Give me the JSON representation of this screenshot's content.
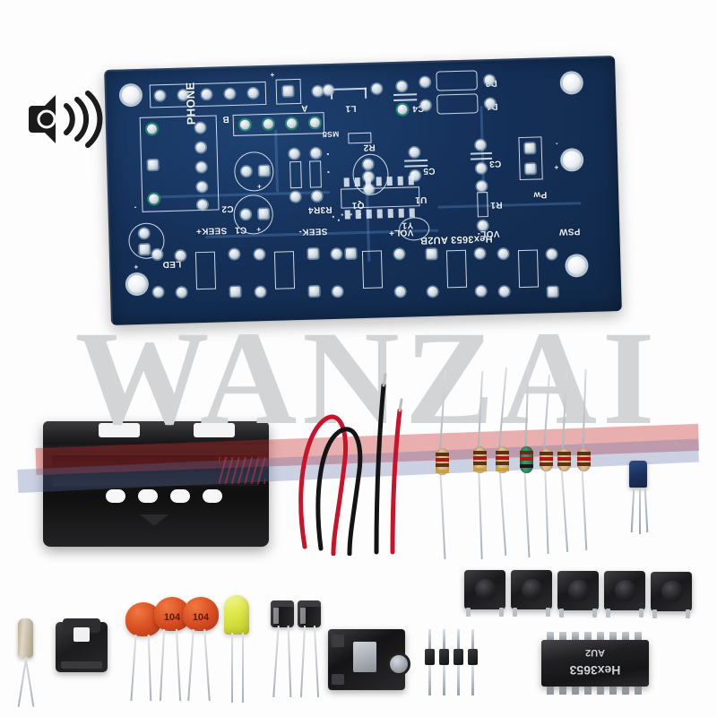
{
  "image": {
    "subject": "FM radio DIY electronics kit product photo",
    "background_color": "#fdfdfd",
    "watermark_text": "WANZAI",
    "watermark_color": "#d2d4d6"
  },
  "logo": {
    "name": "broadcast-signal-icon",
    "color": "#1b1b1b"
  },
  "ribbons": [
    {
      "name": "red-ribbon",
      "color": "#c82d2d"
    },
    {
      "name": "blue-ribbon",
      "color": "#5a6eaa"
    }
  ],
  "pcb": {
    "name": "fm-radio-pcb",
    "solder_mask_color": "#153059",
    "silkscreen_color": "#eef4fa",
    "pad_color": "#cfd8e0",
    "main_ic_marking": "Hex3653 AU2B",
    "silkscreen": {
      "phone": "PHONE",
      "led": "LED",
      "power": "Pw",
      "psw": "PSW",
      "seek_plus": "SEEK+",
      "seek_minus": "SEEK-",
      "vol_plus": "VOL+",
      "vol_minus": "VOL-",
      "ant_a": "A",
      "ant_b": "B",
      "plus": "+",
      "minus": "-"
    },
    "designators": [
      "C1",
      "C2",
      "C3",
      "C4",
      "C5",
      "D1",
      "D2",
      "L1",
      "Q1",
      "R1",
      "R2",
      "R3R4",
      "U1",
      "Y1"
    ]
  },
  "components": [
    {
      "name": "battery-holder",
      "label": "2xAA battery holder",
      "color": "#141416",
      "count": 1
    },
    {
      "name": "red-wire",
      "label": "red lead wire",
      "color": "#c8142a",
      "count": 1
    },
    {
      "name": "black-wire",
      "label": "black lead wire",
      "color": "#141414",
      "count": 1
    },
    {
      "name": "resistor",
      "label": "carbon film resistor",
      "color": "#d8b488",
      "count": 6
    },
    {
      "name": "resistor-green",
      "label": "metal film resistor",
      "color": "#2f8a63",
      "count": 1
    },
    {
      "name": "transistor",
      "label": "transistor",
      "color": "#1f3566",
      "count": 1
    },
    {
      "name": "crystal",
      "label": "crystal oscillator",
      "color": "#cdc4ad",
      "count": 1
    },
    {
      "name": "battery-clip",
      "label": "battery clip",
      "color": "#222224",
      "count": 1
    },
    {
      "name": "ceramic-capacitor",
      "label": "ceramic capacitor",
      "color": "#d64b20",
      "count": 3,
      "marking": "104"
    },
    {
      "name": "led",
      "label": "yellow LED",
      "color": "#dfe84a",
      "count": 1
    },
    {
      "name": "electrolytic-capacitor",
      "label": "electrolytic capacitor",
      "color": "#1c1c1e",
      "count": 2
    },
    {
      "name": "audio-jack",
      "label": "3.5mm audio jack",
      "color": "#1a1a1c",
      "count": 1
    },
    {
      "name": "pin-header",
      "label": "4-pin header",
      "color": "#202023",
      "count": 1
    },
    {
      "name": "tact-switch",
      "label": "tactile pushbutton switch",
      "color": "#202023",
      "count": 5
    },
    {
      "name": "main-ic",
      "label": "Hex3653 SOIC-16 radio IC",
      "color": "#18181a",
      "count": 1,
      "marking": "Hex3653",
      "marking2": "AU2"
    }
  ],
  "ceramic_cap_markings": [
    "",
    "104",
    "104"
  ],
  "ic_marking_top": "AU2",
  "ic_marking_main": "Hex3653"
}
